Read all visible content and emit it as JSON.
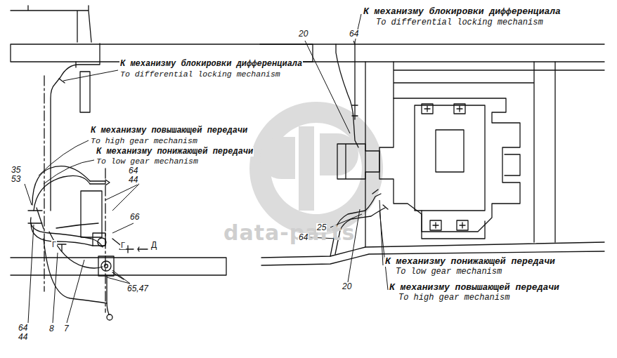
{
  "diagram": {
    "labels": [
      "К механизму блокировки дифференциала",
      "To differential locking mechanism",
      "К механизму повышающей передачи",
      "To high gear mechanism",
      "К механизму понижающей передачи",
      "To low gear mechanism",
      "35",
      "53",
      "64",
      "44",
      "66",
      "Г",
      "Г",
      "Д",
      "65,47",
      "64",
      "44",
      "8",
      "7",
      "К механизму блокировки дифференциала",
      "To differential locking mechanism",
      "20",
      "64",
      "25",
      "64",
      "20",
      "К механизму понижающей передачи",
      "To low gear mechanism",
      "К механизму повышающей передачи",
      "To high gear mechanism",
      "data-parts"
    ]
  }
}
